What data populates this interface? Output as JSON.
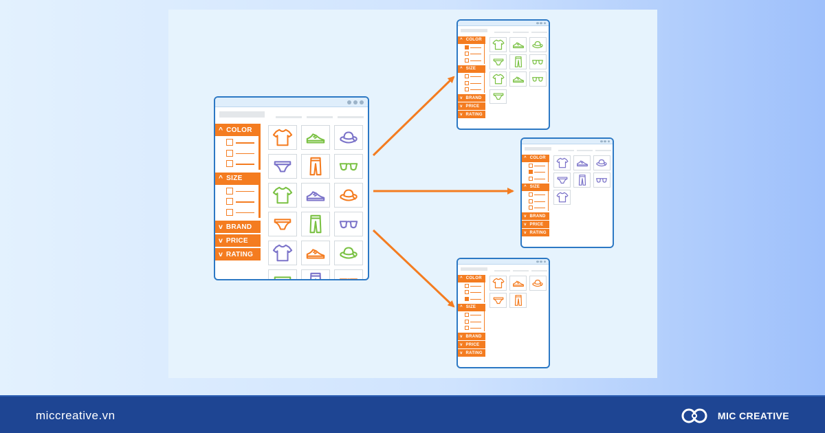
{
  "colors": {
    "accent": "#f47c20",
    "window_border": "#2c78c4",
    "icon_orange": "#f47c20",
    "icon_green": "#7ac143",
    "icon_purple": "#7b73c9",
    "arrow": "#f47c20",
    "footer": "#1e4593"
  },
  "filter_labels": {
    "color": "COLOR",
    "size": "SIZE",
    "brand": "BRAND",
    "price": "PRICE",
    "rating": "RATING"
  },
  "product_icon_names": [
    "tshirt-icon",
    "sneaker-icon",
    "hat-icon",
    "briefs-icon",
    "pants-icon",
    "glasses-icon"
  ],
  "main_window": {
    "grid": [
      [
        "tshirt:orange",
        "sneaker:green",
        "hat:purple"
      ],
      [
        "briefs:purple",
        "pants:orange",
        "glasses:green"
      ],
      [
        "tshirt:green",
        "sneaker:purple",
        "hat:orange"
      ],
      [
        "briefs:orange",
        "pants:green",
        "glasses:purple"
      ],
      [
        "tshirt:purple",
        "sneaker:orange",
        "hat:green"
      ],
      [
        "briefs:green",
        "pants:purple",
        "glasses:orange"
      ]
    ],
    "color_checked": [
      false,
      false,
      false
    ]
  },
  "filtered_windows": [
    {
      "color_checked": [
        true,
        false,
        false
      ],
      "grid": [
        [
          "tshirt:green",
          "sneaker:green",
          "hat:green"
        ],
        [
          "briefs:green",
          "pants:green",
          "glasses:green"
        ],
        [
          "tshirt:green",
          "sneaker:green",
          "glasses:green"
        ],
        [
          "briefs:green"
        ]
      ]
    },
    {
      "color_checked": [
        false,
        true,
        false
      ],
      "grid": [
        [
          "tshirt:purple",
          "sneaker:purple",
          "hat:purple"
        ],
        [
          "briefs:purple",
          "pants:purple",
          "glasses:purple"
        ],
        [
          "tshirt:purple"
        ]
      ]
    },
    {
      "color_checked": [
        false,
        false,
        true
      ],
      "grid": [
        [
          "tshirt:orange",
          "sneaker:orange",
          "hat:orange"
        ],
        [
          "briefs:orange",
          "pants:orange"
        ]
      ]
    }
  ],
  "footer": {
    "site": "miccreative.vn",
    "brand_name": "MIC CREATIVE"
  }
}
